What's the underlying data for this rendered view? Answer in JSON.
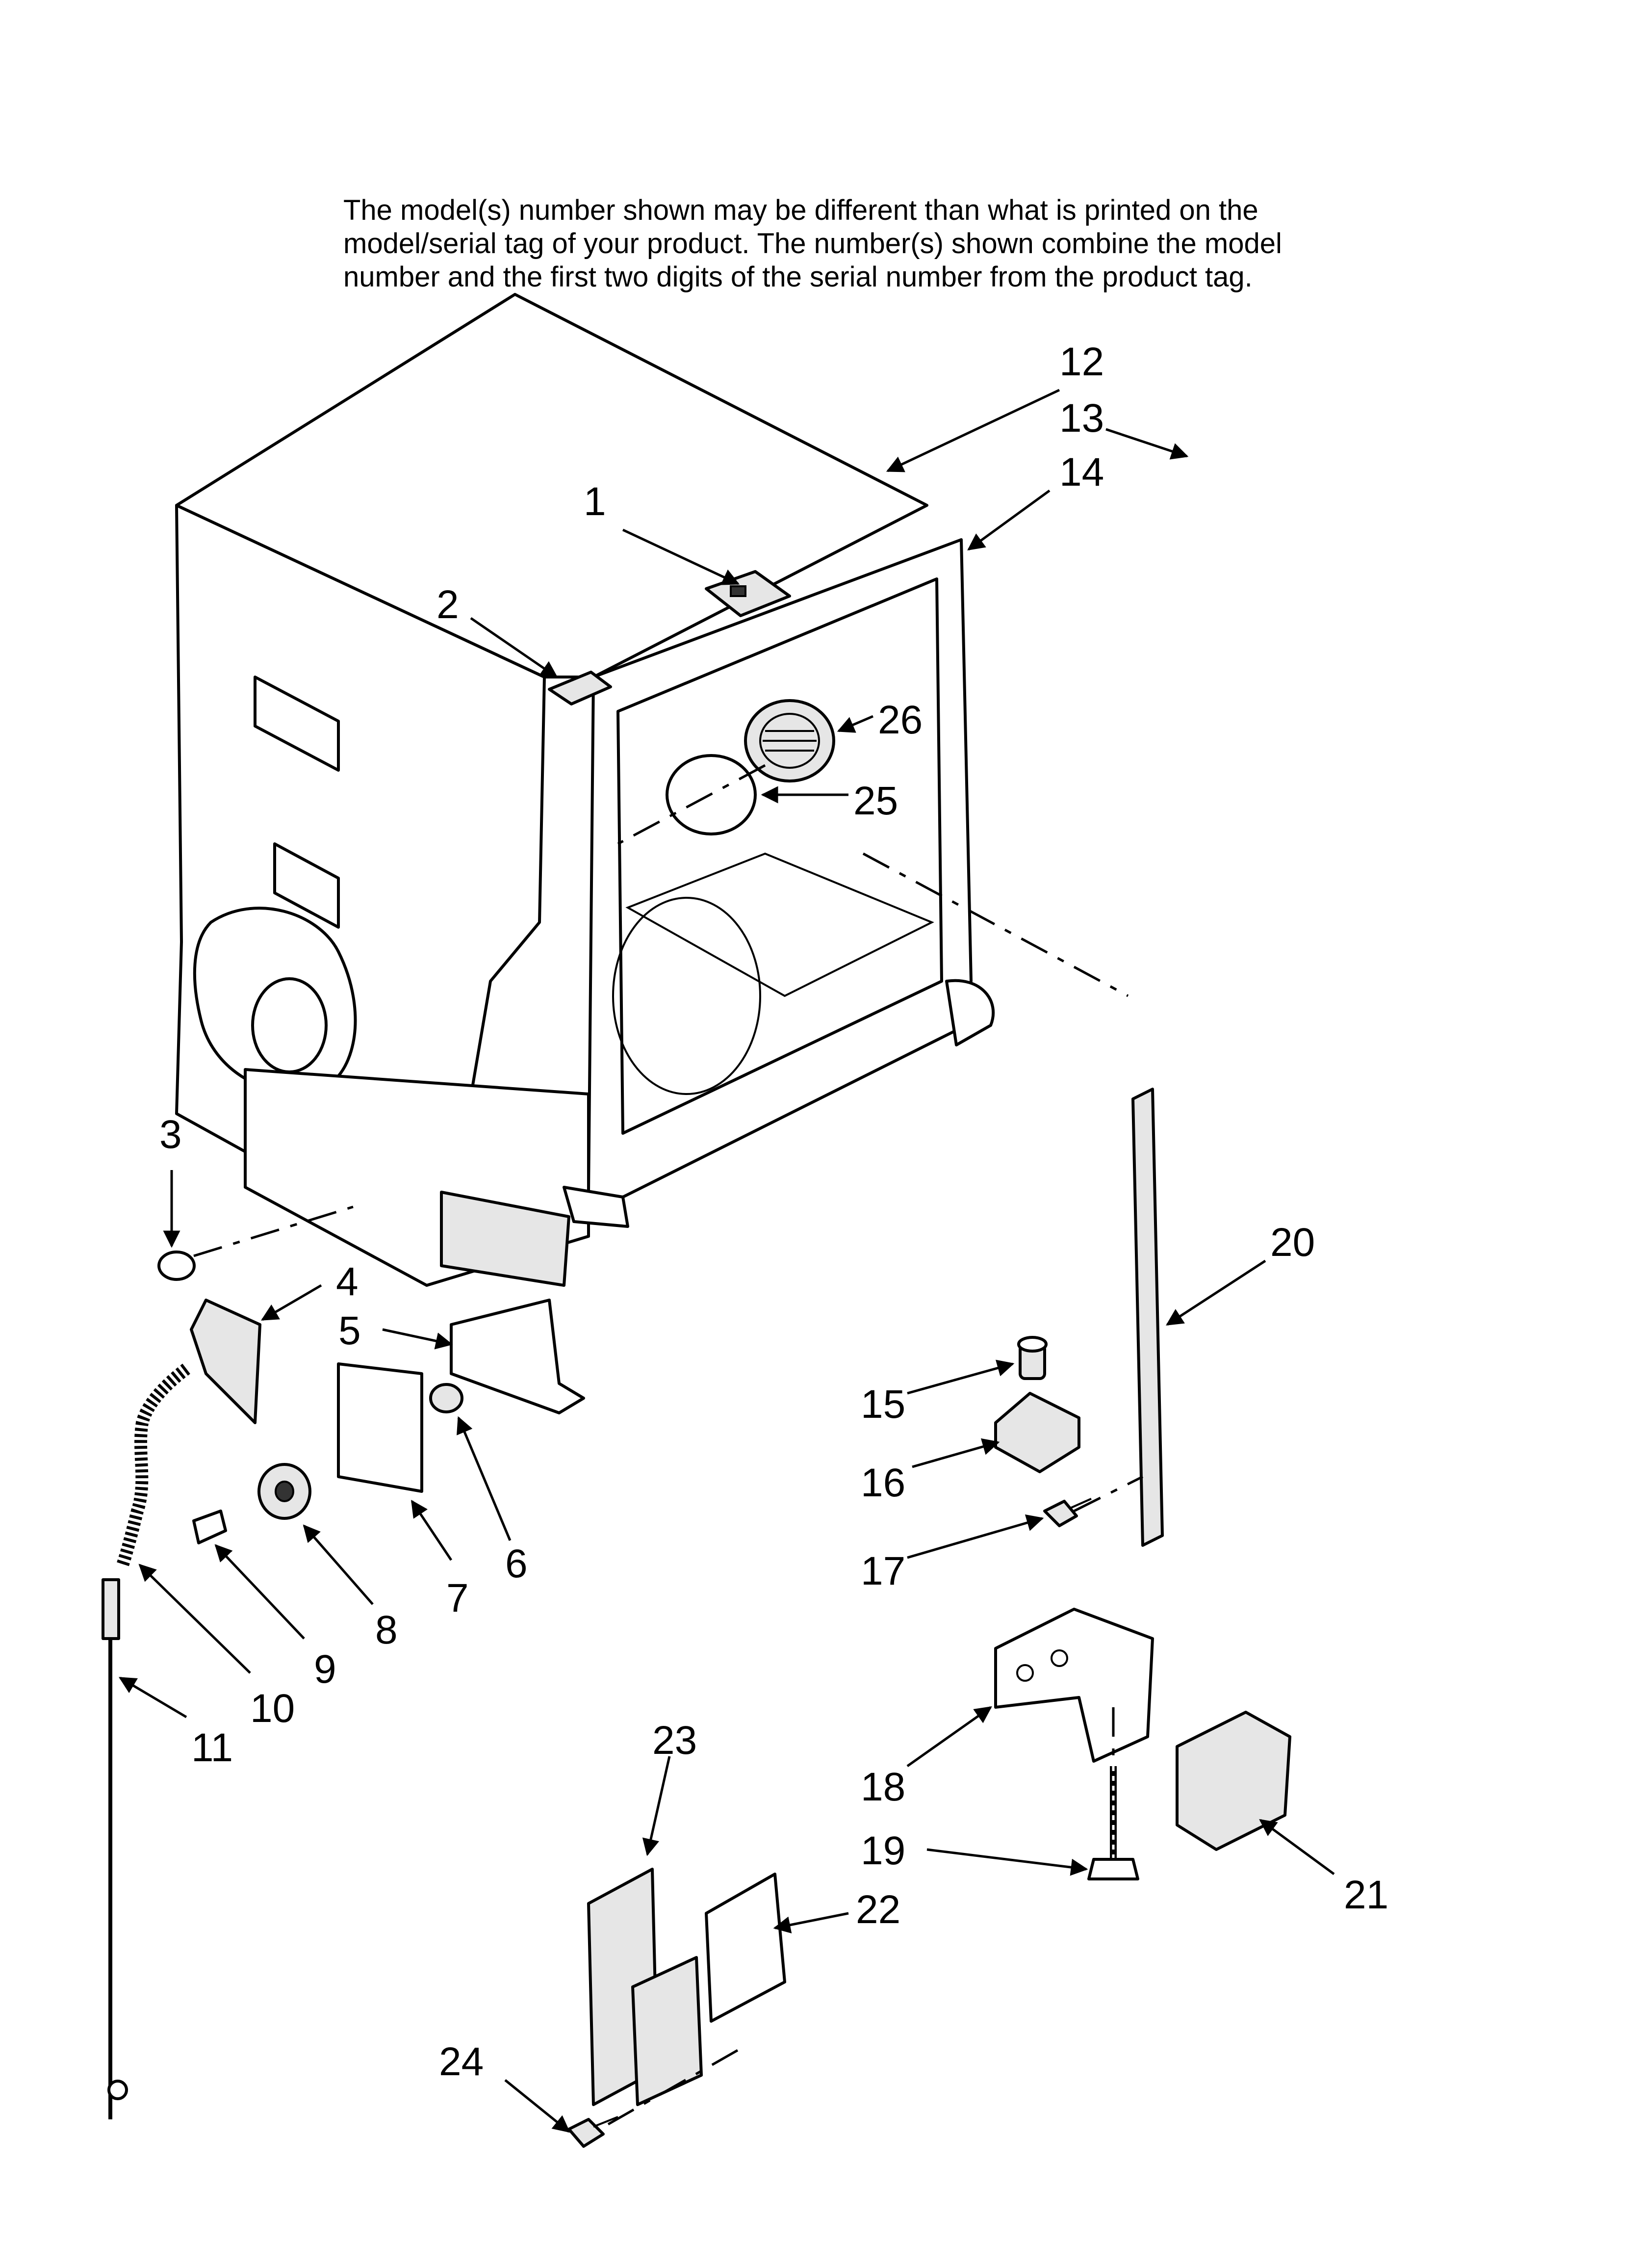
{
  "notice": {
    "line1": "The model(s) number shown may be different than what is printed on the",
    "line2": "model/serial tag of your product. The number(s) shown combine the model",
    "line3": "number and the first two digits of the serial number from the product tag."
  },
  "callouts": {
    "c1": "1",
    "c2": "2",
    "c3": "3",
    "c4": "4",
    "c5": "5",
    "c6": "6",
    "c7": "7",
    "c8": "8",
    "c9": "9",
    "c10": "10",
    "c11": "11",
    "c12": "12",
    "c13": "13",
    "c14": "14",
    "c15": "15",
    "c16": "16",
    "c17": "17",
    "c18": "18",
    "c19": "19",
    "c20": "20",
    "c21": "21",
    "c22": "22",
    "c23": "23",
    "c24": "24",
    "c25": "25",
    "c26": "26"
  }
}
